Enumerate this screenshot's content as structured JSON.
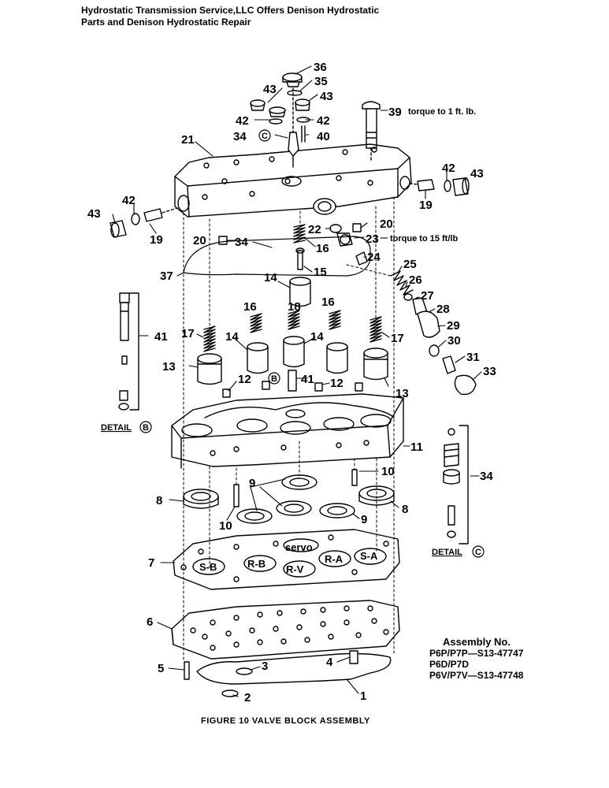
{
  "header": {
    "line1": "Hydrostatic Transmission Service,LLC Offers Denison Hydrostatic",
    "line2": "Parts and Denison Hydrostatic Repair"
  },
  "figure_caption": "FIGURE 10   VALVE BLOCK ASSEMBLY",
  "notes": {
    "torque_39": "torque to 1 ft. lb.",
    "torque_23": "torque to 15 ft/lb"
  },
  "details": {
    "b_label": "DETAIL",
    "b_letter": "B",
    "c_label": "DETAIL",
    "c_letter": "C"
  },
  "ports": {
    "servo": "servo",
    "sb": "S-B",
    "rb": "R-B",
    "rv": "R-V",
    "ra": "R-A",
    "sa": "S-A"
  },
  "inline_letters": {
    "c34": "C",
    "b41": "B"
  },
  "assembly": {
    "title": "Assembly No.",
    "rows": [
      "P6P/P7P—S13-47747",
      "P6D/P7D",
      "P6V/P7V—S13-47748"
    ]
  },
  "callouts": {
    "c36": "36",
    "c35": "35",
    "c43a": "43",
    "c43b": "43",
    "c42a": "42",
    "c42b": "42",
    "c34": "34",
    "c40": "40",
    "c39": "39",
    "c21": "21",
    "c42c": "42",
    "c43c": "43",
    "c42d": "42",
    "c43d": "43",
    "c19a": "19",
    "c19b": "19",
    "c20a": "20",
    "c22": "22",
    "c23": "23",
    "c20b": "20",
    "c34b": "34",
    "c16a": "16",
    "c24": "24",
    "c15": "15",
    "c37": "37",
    "c25": "25",
    "c14a": "14",
    "c26": "26",
    "c27": "27",
    "c28": "28",
    "c29": "29",
    "c30": "30",
    "c31": "31",
    "c33": "33",
    "c16b": "16",
    "c18": "18",
    "c16c": "16",
    "c17a": "17",
    "c14b": "14",
    "c14c": "14",
    "c17b": "17",
    "c41": "41",
    "c13a": "13",
    "c12a": "12",
    "c41b": "41",
    "c12b": "12",
    "c13b": "13",
    "c11": "11",
    "c34c": "34",
    "c10a": "10",
    "c9a": "9",
    "c8a": "8",
    "c8b": "8",
    "c10b": "10",
    "c9b": "9",
    "c7": "7",
    "c6": "6",
    "c3": "3",
    "c4": "4",
    "c5": "5",
    "c2": "2",
    "c1": "1"
  }
}
